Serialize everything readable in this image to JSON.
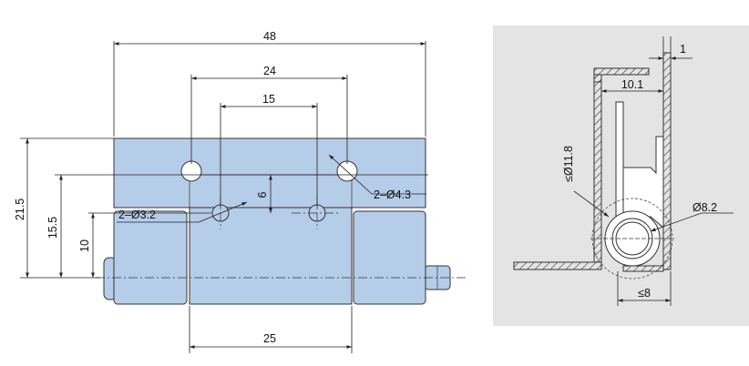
{
  "front_view": {
    "dims": {
      "overall_width": "48",
      "hole_spacing_outer": "24",
      "hole_spacing_inner": "15",
      "overall_height": "21.5",
      "outer_hole_height": "15.5",
      "inner_hole_height": "10",
      "hole_offset": "6",
      "knuckle_width": "25",
      "outer_hole_dia": "2–Ø4.3",
      "inner_hole_dia": "2–Ø3.2"
    },
    "colors": {
      "body": "#b5cde9",
      "edge": "#333333"
    }
  },
  "side_view": {
    "dims": {
      "thickness": "1",
      "leaf_width": "10.1",
      "swing_dia": "≤Ø11.8",
      "pin_dia": "Ø8.2",
      "bottom_clearance": "≤8"
    },
    "colors": {
      "panel": "#e4e4e4"
    }
  }
}
